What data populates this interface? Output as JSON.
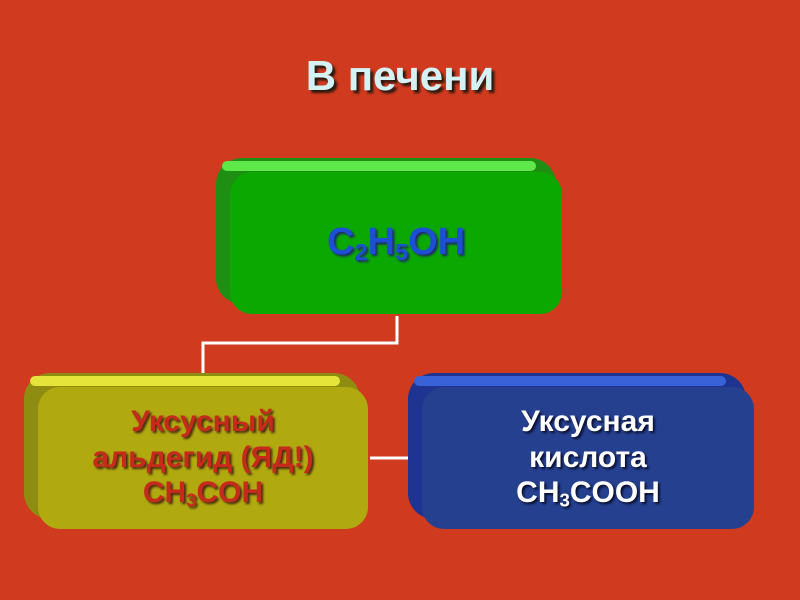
{
  "title": "В печени",
  "nodes": {
    "ethanol": {
      "p1": "C",
      "s1": "2",
      "p2": "H",
      "s2": "5",
      "p3": "OH"
    },
    "aldehyde": {
      "line1": "Уксусный",
      "line2": "альдегид (ЯД!)",
      "f1": "CH",
      "fs": "3",
      "f2": "COH"
    },
    "acid": {
      "line1": "Уксусная",
      "line2": "кислота",
      "f1": "CH",
      "fs": "3",
      "f2": "COOH"
    }
  },
  "colors": {
    "background": "#d03a1e",
    "ethanol_box": "#0aa800",
    "aldehyde_box": "#b0aa10",
    "acid_box": "#25408f",
    "connector": "#ffffff"
  }
}
